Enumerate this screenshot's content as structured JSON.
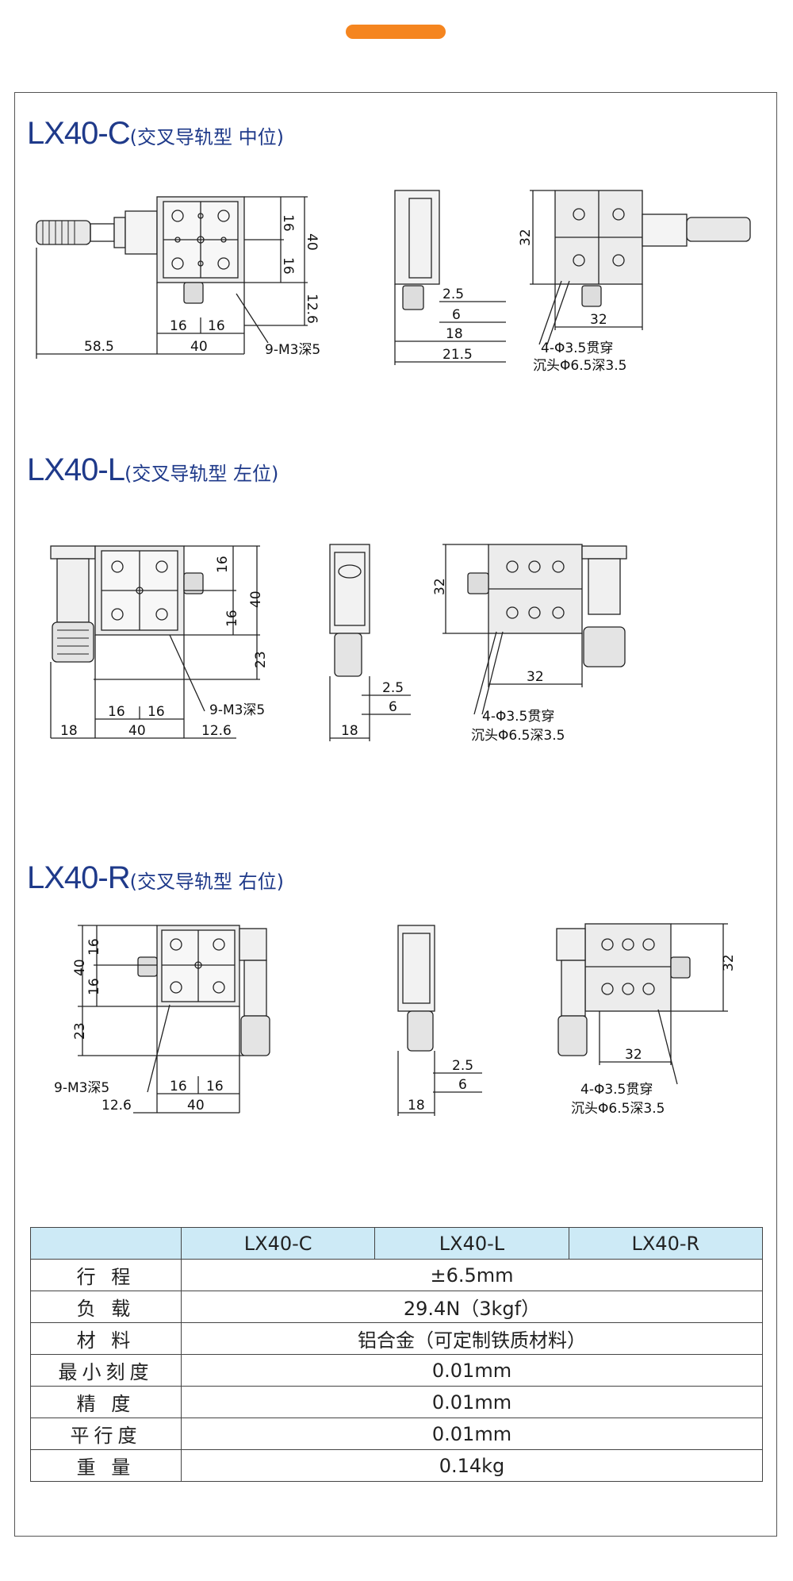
{
  "sections": [
    {
      "model": "LX40-C",
      "desc": "(交叉导轨型  中位)",
      "dims": {
        "front": [
          "16",
          "16",
          "40",
          "12.6",
          "16",
          "16",
          "58.5",
          "40"
        ],
        "hole_note": "9-M3深5",
        "side": [
          "2.5",
          "6",
          "18",
          "21.5"
        ],
        "back": [
          "32",
          "32"
        ],
        "back_note_1": "4-Φ3.5贯穿",
        "back_note_2": "沉头Φ6.5深3.5"
      }
    },
    {
      "model": "LX40-L",
      "desc": "(交叉导轨型  左位)",
      "dims": {
        "front": [
          "16",
          "16",
          "40",
          "23",
          "16",
          "16",
          "18",
          "40",
          "12.6"
        ],
        "hole_note": "9-M3深5",
        "side": [
          "2.5",
          "6",
          "18"
        ],
        "back": [
          "32",
          "32"
        ],
        "back_note_1": "4-Φ3.5贯穿",
        "back_note_2": "沉头Φ6.5深3.5"
      }
    },
    {
      "model": "LX40-R",
      "desc": "(交叉导轨型  右位)",
      "dims": {
        "front": [
          "16",
          "16",
          "40",
          "23",
          "16",
          "16",
          "12.6",
          "40"
        ],
        "hole_note": "9-M3深5",
        "side": [
          "2.5",
          "6",
          "18"
        ],
        "back": [
          "32",
          "32"
        ],
        "back_note_1": "4-Φ3.5贯穿",
        "back_note_2": "沉头Φ6.5深3.5"
      }
    }
  ],
  "table": {
    "headers": [
      "",
      "LX40-C",
      "LX40-L",
      "LX40-R"
    ],
    "rows": [
      {
        "label": "行 程",
        "value": "±6.5mm"
      },
      {
        "label": "负 载",
        "value": "29.4N（3kgf）"
      },
      {
        "label": "材 料",
        "value": "铝合金（可定制铁质材料）"
      },
      {
        "label": "最小刻度",
        "value": "0.01mm"
      },
      {
        "label": "精 度",
        "value": "0.01mm"
      },
      {
        "label": "平行度",
        "value": "0.01mm"
      },
      {
        "label": "重 量",
        "value": "0.14kg"
      }
    ]
  },
  "colors": {
    "accent": "#f5851f",
    "title": "#1f3a8a",
    "table_header": "#cdeaf6"
  }
}
